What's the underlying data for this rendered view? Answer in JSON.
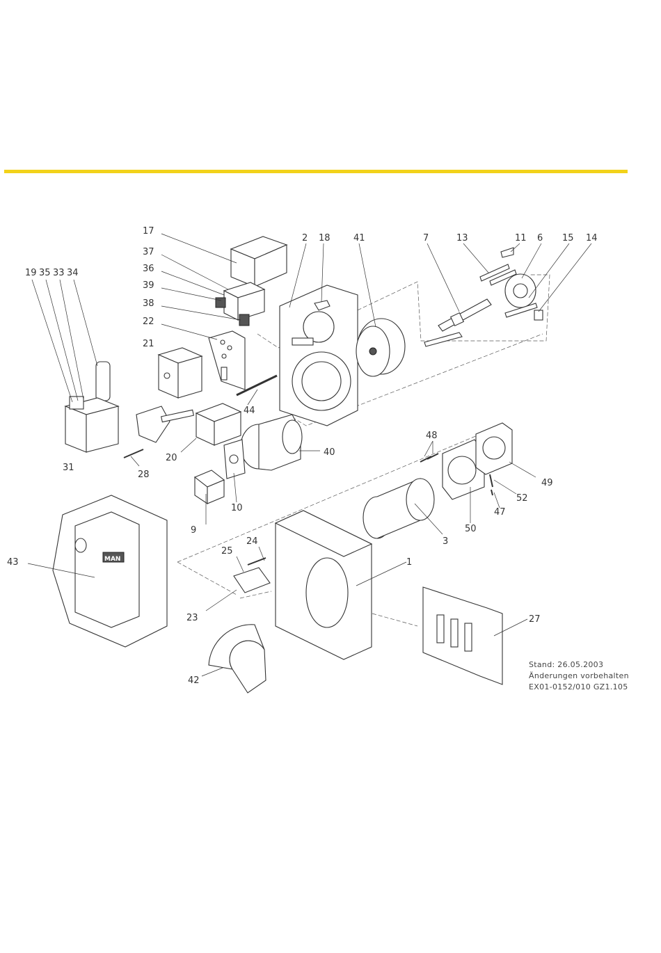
{
  "accent_color": "#f2d21a",
  "brand_mark": "MAN",
  "callouts": [
    "17",
    "2",
    "18",
    "41",
    "7",
    "13",
    "11",
    "6",
    "15",
    "14",
    "37",
    "36",
    "39",
    "38",
    "22",
    "21",
    "19",
    "35",
    "33",
    "34",
    "44",
    "31",
    "28",
    "20",
    "40",
    "48",
    "49",
    "52",
    "47",
    "50",
    "9",
    "10",
    "43",
    "24",
    "25",
    "1",
    "3",
    "23",
    "27",
    "42"
  ],
  "footer": {
    "line1": "Stand: 26.05.2003",
    "line2": "Änderungen vorbehalten",
    "line3": "EX01-0152/010  GZ1.105"
  }
}
